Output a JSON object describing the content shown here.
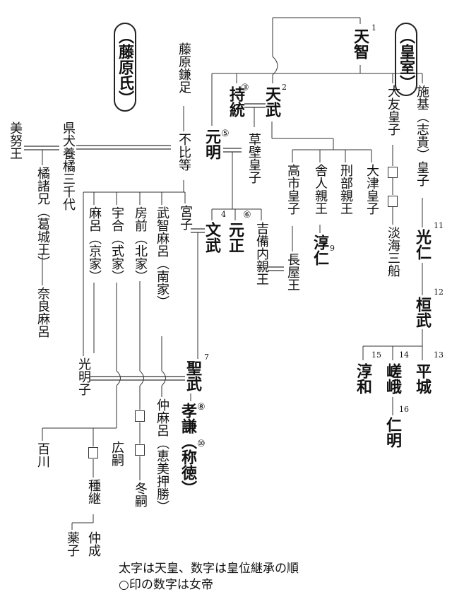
{
  "headers": {
    "imperial": "（皇室）",
    "fujiwara": "（藤原氏）"
  },
  "people": {
    "tenji": "天智",
    "tenmu": "天武",
    "jito": "持統",
    "genmei": "元明",
    "kusakabe": "草壁皇子",
    "otomo": "大友皇子",
    "shiki": "施基（志貴）皇子",
    "takechi": "高市皇子",
    "toneri": "舎人親王",
    "osakabe": "刑部親王",
    "otsu": "大津皇子",
    "monmu": "文武",
    "gensho": "元正",
    "kibi": "吉備内親王",
    "nagaya": "長屋王",
    "junnin": "淳仁",
    "oumi_mifune": "淡海三船",
    "konin": "光仁",
    "kanmu": "桓武",
    "junna": "淳和",
    "saga": "嵯峨",
    "heizei": "平城",
    "ninmyo": "仁明",
    "shomu": "聖武",
    "koken": "孝謙（称徳）",
    "kamatari": "藤原鎌足",
    "fuhito": "不比等",
    "michimo": "県犬養橘三千代",
    "minu": "美努王",
    "moroe": "橘諸兄（葛城王）",
    "naramaro": "奈良麻呂",
    "miyako": "宮子",
    "maro": "麻呂（京家）",
    "umakai": "宇合（式家）",
    "fusasaki": "房前（北家）",
    "muchimaro": "武智麻呂（南家）",
    "komyo": "光明子",
    "nakamaro": "仲麻呂（恵美押勝）",
    "fuyutsugu": "冬嗣",
    "momokawa": "百川",
    "hirotsugu": "広嗣",
    "tanetsugu": "種継",
    "kusuko": "薬子",
    "nakanari": "仲成"
  },
  "succession": {
    "tenji": "1",
    "tenmu": "2",
    "jito": "③",
    "monmu": "4",
    "genmei": "⑤",
    "gensho": "⑥",
    "shomu": "7",
    "koken": "⑧",
    "junnin": "9",
    "koken2": "⑩",
    "konin": "11",
    "kanmu": "12",
    "heizei": "13",
    "saga": "14",
    "junna": "15",
    "ninmyo": "16"
  },
  "legend": {
    "line1": "太字は天皇、数字は皇位継承の順",
    "line2": "○印の数字は女帝"
  }
}
